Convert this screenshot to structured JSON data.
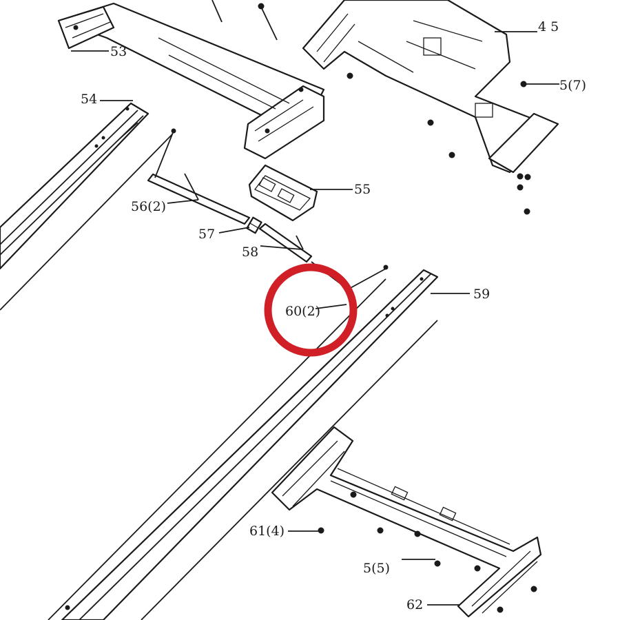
{
  "labels": {
    "p53": "53",
    "p45": "4 5",
    "p5a": "5(7)",
    "p54": "54",
    "p55": "55",
    "p56": "56(2)",
    "p57": "57",
    "p58": "58",
    "p60": "60(2)",
    "p59": "59",
    "p61": "61(4)",
    "p5b": "5(5)",
    "p62": "62"
  },
  "highlight": {
    "color": "#d01f26",
    "target": "60(2)"
  }
}
